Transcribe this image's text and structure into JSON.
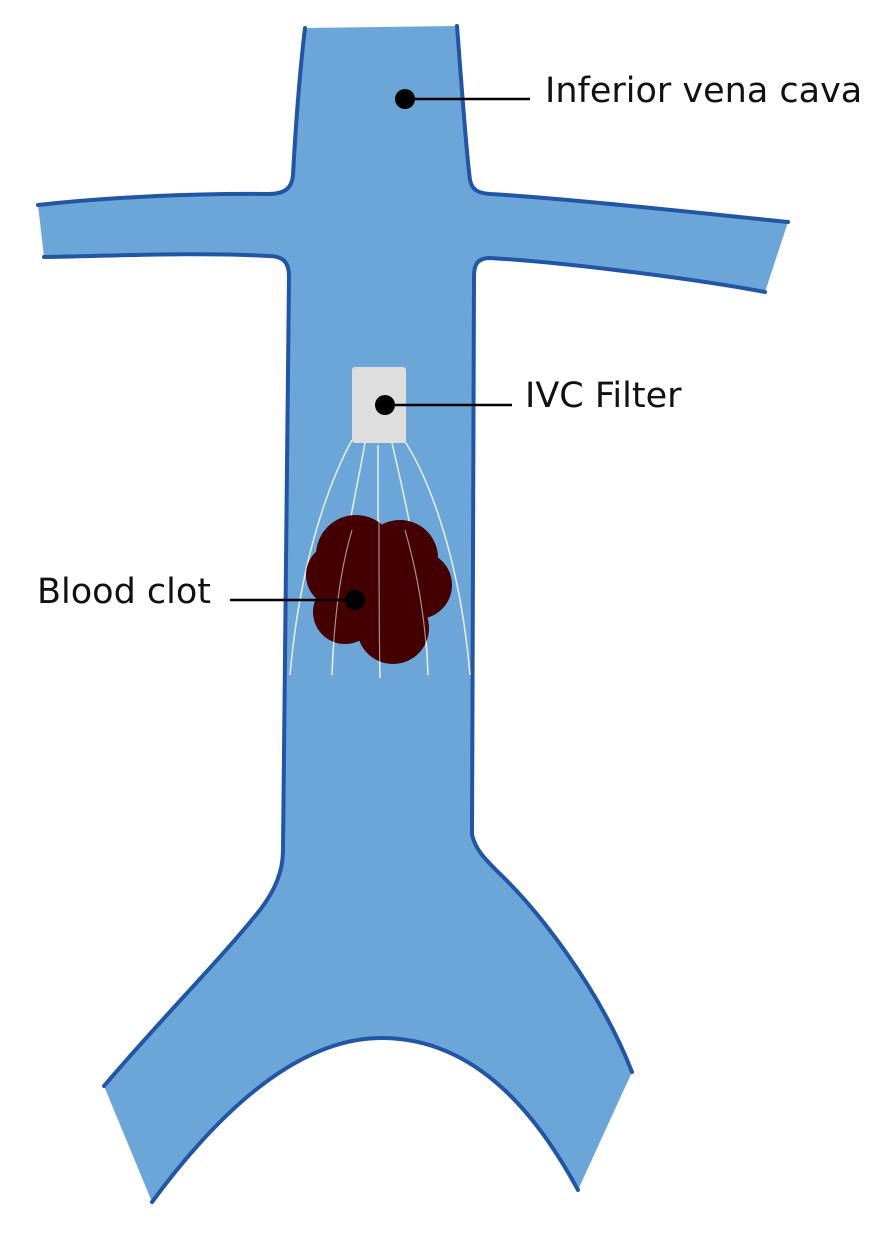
{
  "labels": {
    "vena_cava": "Inferior vena cava",
    "filter": "IVC Filter",
    "clot": "Blood clot"
  },
  "colors": {
    "vessel_fill": "#6ca6d9",
    "vessel_outline": "#2255a4",
    "filter_body": "#dedede",
    "filter_wire": "#e9eef4",
    "clot": "#440000",
    "leader": "#000000"
  }
}
